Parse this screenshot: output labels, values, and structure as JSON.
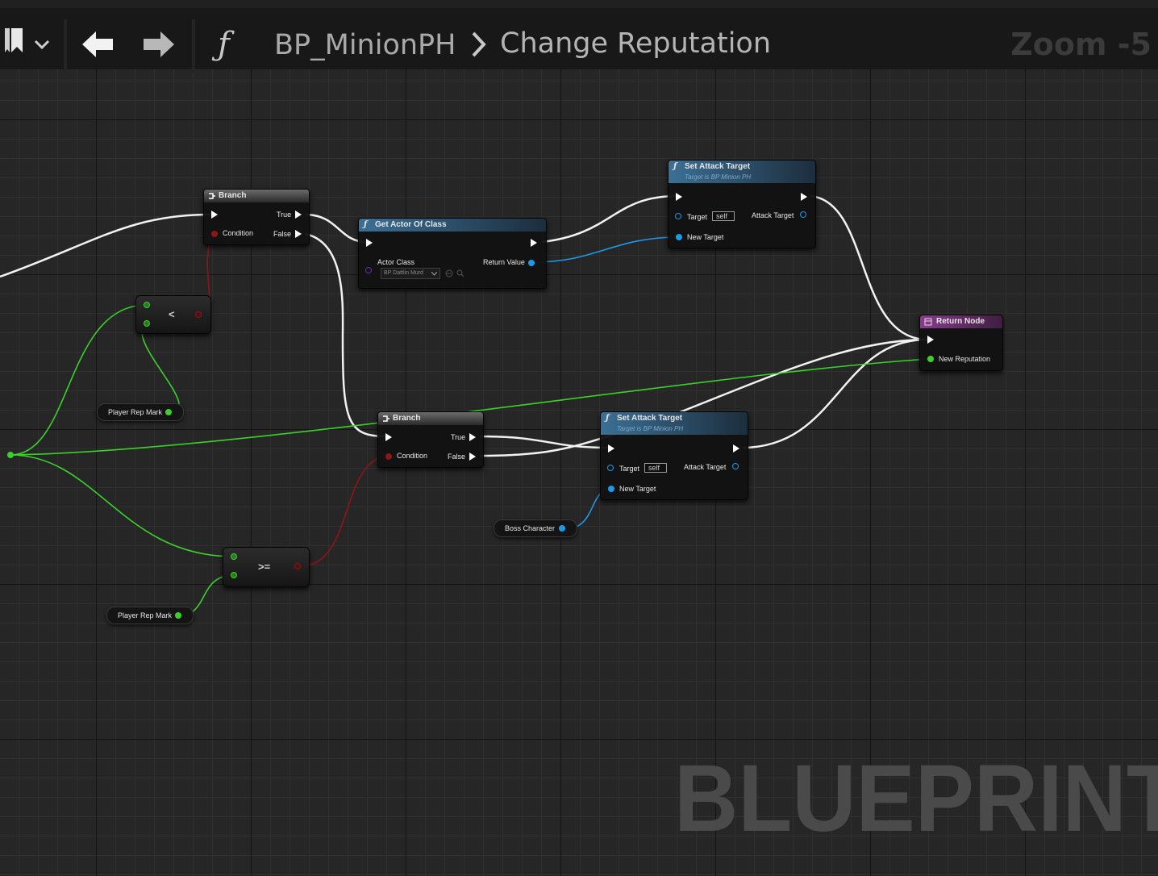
{
  "toolbar": {
    "bookmark_icon": "bookmark-icon",
    "dropdown_icon": "chevron-down-icon",
    "back_icon": "arrow-left-icon",
    "forward_icon": "arrow-right-icon",
    "function_symbol": "ƒ",
    "breadcrumb_blueprint": "BP_MinionPH",
    "breadcrumb_function": "Change Reputation",
    "zoom_label": "Zoom -5"
  },
  "watermark": "BLUEPRINT",
  "nodes": {
    "branch1": {
      "title": "Branch",
      "true_label": "True",
      "false_label": "False",
      "condition_label": "Condition"
    },
    "branch2": {
      "title": "Branch",
      "true_label": "True",
      "false_label": "False",
      "condition_label": "Condition"
    },
    "get_actor": {
      "title": "Get Actor Of Class",
      "actor_class_label": "Actor Class",
      "actor_class_value": "BP Dattlin Murd",
      "return_label": "Return Value"
    },
    "set_attack1": {
      "title": "Set Attack Target",
      "subtitle": "Target is BP Minion PH",
      "target_label": "Target",
      "self_value": "self",
      "attack_target_label": "Attack Target",
      "new_target_label": "New Target"
    },
    "set_attack2": {
      "title": "Set Attack Target",
      "subtitle": "Target is BP Minion PH",
      "target_label": "Target",
      "self_value": "self",
      "attack_target_label": "Attack Target",
      "new_target_label": "New Target"
    },
    "return_node": {
      "title": "Return Node",
      "new_reputation_label": "New Reputation"
    },
    "less_than": {
      "symbol": "<"
    },
    "greater_equal": {
      "symbol": ">="
    },
    "var_player_rep_1": {
      "label": "Player Rep Mark"
    },
    "var_player_rep_2": {
      "label": "Player Rep Mark"
    },
    "var_boss": {
      "label": "Boss Character"
    }
  },
  "colors": {
    "exec_wire": "#ffffff",
    "int_wire": "#3bd12a",
    "bool_wire": "#8e1616",
    "object_wire": "#1c9ae6",
    "function_header": "#3c6f95",
    "return_header": "#8a3a8e"
  }
}
